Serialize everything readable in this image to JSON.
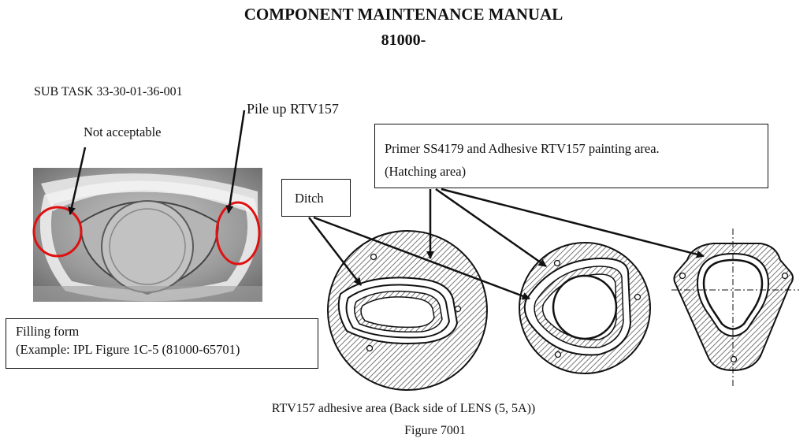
{
  "header": {
    "title": "COMPONENT MAINTENANCE MANUAL",
    "doc_number": "81000-"
  },
  "subtask": "SUB TASK 33-30-01-36-001",
  "labels": {
    "not_acceptable": "Not acceptable",
    "pile_up": "Pile up RTV157",
    "ditch": "Ditch",
    "primer_line1": "Primer SS4179 and Adhesive RTV157 painting area.",
    "primer_line2": "(Hatching area)",
    "filling_line1": "Filling form",
    "filling_line2": "(Example: IPL Figure 1C-5 (81000-65701)"
  },
  "caption": {
    "line1": "RTV157 adhesive area (Back side of LENS (5, 5A))",
    "line2": "Figure 7001"
  },
  "colors": {
    "highlight_circle": "#e01010",
    "hatch": "#555555"
  }
}
